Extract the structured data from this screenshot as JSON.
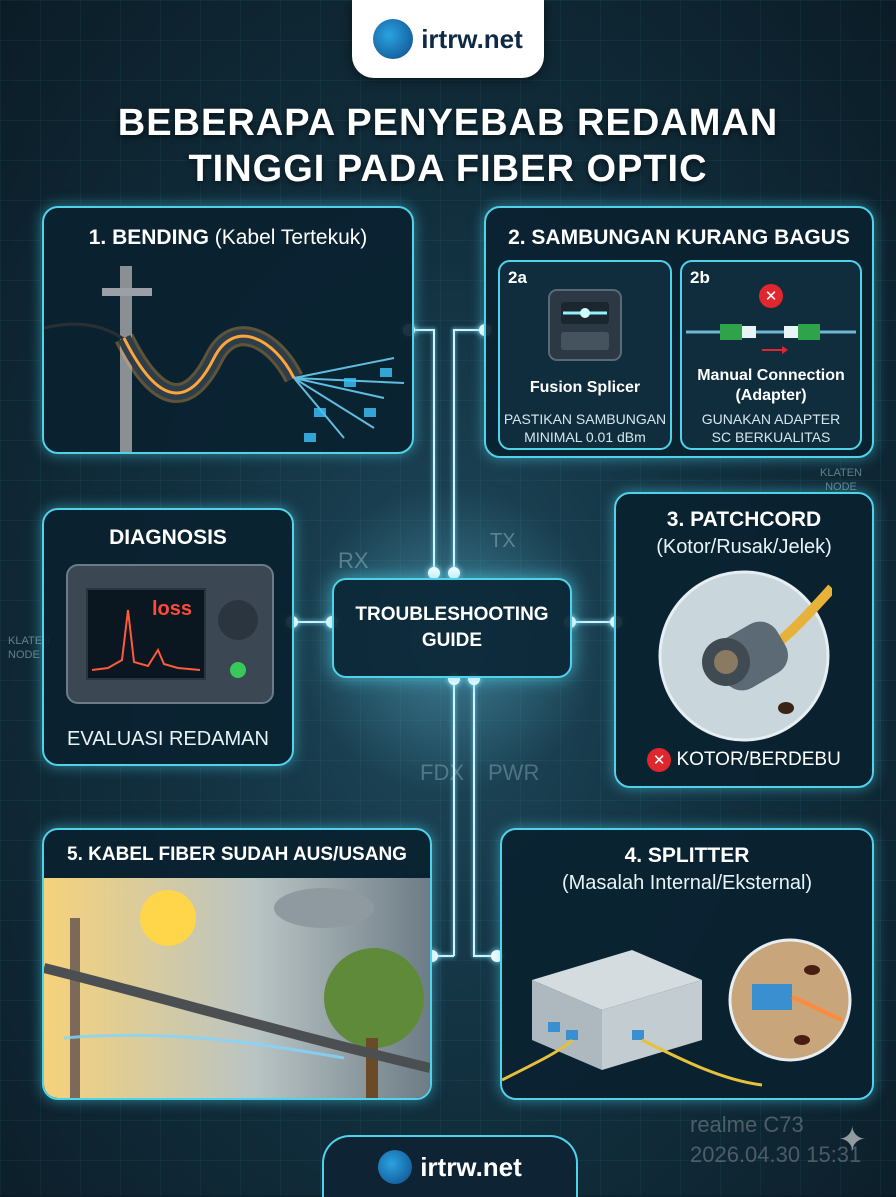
{
  "brand": {
    "name": "irtrw.net"
  },
  "title": {
    "line1": "BEBERAPA PENYEBAB REDAMAN",
    "line2": "TINGGI PADA FIBER OPTIC"
  },
  "cards": {
    "bending": {
      "number": "1. BENDING",
      "desc": "(Kabel Tertekuk)"
    },
    "sambungan": {
      "title": "2. SAMBUNGAN KURANG BAGUS",
      "a": {
        "badge": "2a",
        "name": "Fusion Splicer",
        "note1": "PASTIKAN SAMBUNGAN",
        "note2": "MINIMAL 0.01 dBm"
      },
      "b": {
        "badge": "2b",
        "name1": "Manual Connection",
        "name2": "(Adapter)",
        "note1": "GUNAKAN ADAPTER",
        "note2": "SC BERKUALITAS"
      }
    },
    "diagnosis": {
      "title": "DIAGNOSIS",
      "screen_label": "loss",
      "caption": "EVALUASI REDAMAN"
    },
    "center": {
      "line1": "TROUBLESHOOTING",
      "line2": "GUIDE"
    },
    "patchcord": {
      "title": "3. PATCHCORD",
      "desc": "(Kotor/Rusak/Jelek)",
      "status": "KOTOR/BERDEBU"
    },
    "kabel": {
      "title": "5. KABEL FIBER SUDAH AUS/USANG"
    },
    "splitter": {
      "title": "4. SPLITTER",
      "desc": "(Masalah Internal/Eksternal)"
    }
  },
  "background_labels": {
    "rx": "RX",
    "tx": "TX",
    "fdx": "FDX",
    "pwr": "PWR",
    "klaten": "KLATEN",
    "node": "NODE"
  },
  "watermark": {
    "device": "realme C73",
    "datetime": "2026.04.30 15:31"
  },
  "colors": {
    "accent": "#4fd2ea",
    "error": "#e0262e"
  }
}
